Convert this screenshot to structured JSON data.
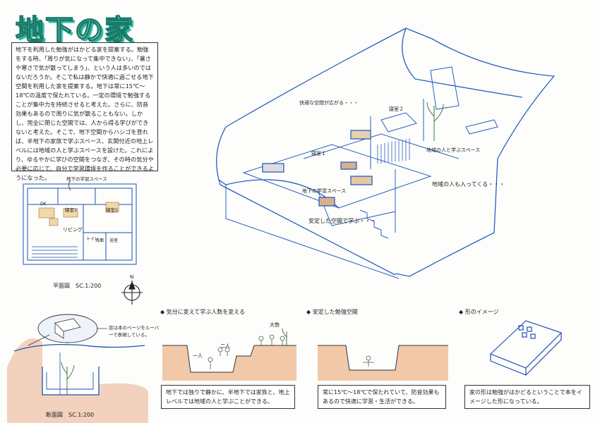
{
  "title": "地下の家",
  "intro": "地下を利用した勉強がはかどる家を提案する。勉強をする時、「周りが気になって集中できない」、「暑さや寒さで気が散ってしまう」、という人は多いのではないだろうか。そこで私は静かで快適に過ごせる地下空間を利用した家を提案する。地下は常に15℃～18℃の温度で保たれている。一定の環境で勉強することが集中力を持続させると考えた。さらに、防音効果もあるので周りに気が散ることもない。しかし、完全に閉じた空間では、人から得る学びができないと考えた。そこで、地下空間からハシゴを登れば、半地下の家族で学ぶスペース、玄関付近の地上レベルには地域の人と学ぶスペースを設けた。これにより、ゆるやかに学びの空間をつなぎ、その時の気分や必要に応じて、自分で学習環境を作ることができるようになった。",
  "plan": {
    "label_study": "地下の学習スペース",
    "dk": "DK",
    "bedroom1": "寝室1",
    "bedroom2": "寝室2",
    "living": "リビング",
    "wc": "トイレ",
    "washroom": "洗面",
    "bath": "浴室",
    "caption": "平面図　SC.1:200"
  },
  "compass": "N",
  "section": {
    "note": "窓は本のページをルーバーで表現している。",
    "caption": "断面図　SC.1:200"
  },
  "iso": {
    "comfy": "快適な空間が広がる・・・",
    "bedroom2": "寝室２",
    "bedroom1": "寝室１",
    "community": "地域の人と学ぶスペース",
    "study": "地下の学習スペース",
    "locals": "地域の人も入ってくる・・・",
    "stable": "安定した空間で学ぶ・・・"
  },
  "diagrams": [
    {
      "heading": "気分に変えて学ぶ人数を変える",
      "labels": [
        "一人",
        "二人",
        "大勢"
      ],
      "text": "地下では独りで静かに、半地下では家族と、地上レベルでは地域の人と学ぶことができる。"
    },
    {
      "heading": "安定した勉強空間",
      "labels": [],
      "text": "常に15℃～18℃で保たれていて、防音効果もあるので快適に学習・生活ができる。"
    },
    {
      "heading": "形のイメージ",
      "labels": [],
      "text": "家の形は勉強がはかどるということで本をイメージした形になっている。"
    }
  ]
}
